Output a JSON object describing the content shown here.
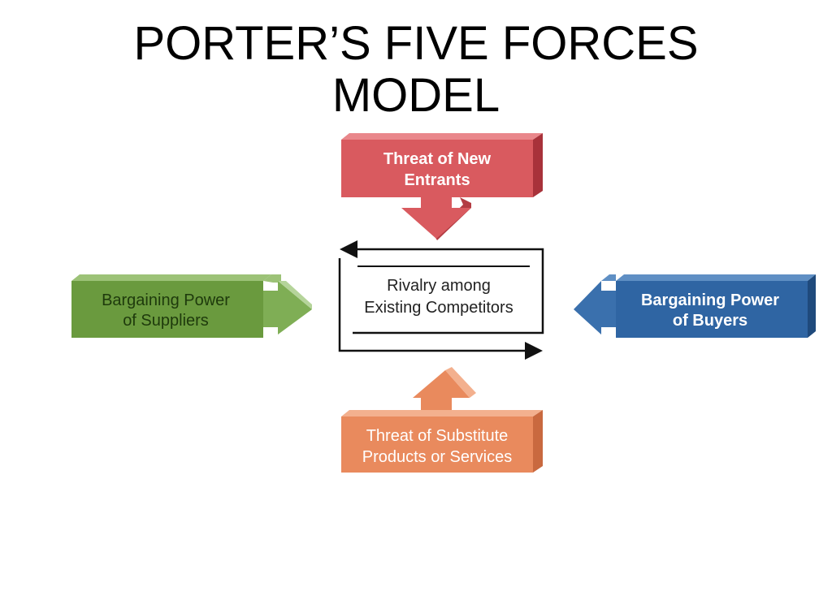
{
  "title": {
    "line1": "PORTER’S FIVE FORCES",
    "line2": "MODEL"
  },
  "forces": {
    "new_entrants": {
      "line1": "Threat of New",
      "line2": "Entrants",
      "color": "#d95a5f"
    },
    "suppliers": {
      "line1": "Bargaining Power",
      "line2": "of Suppliers",
      "color": "#6a9a3e"
    },
    "rivalry": {
      "line1": "Rivalry among",
      "line2": "Existing Competitors"
    },
    "buyers": {
      "line1": "Bargaining Power",
      "line2": "of Buyers",
      "color": "#2f65a3"
    },
    "substitutes": {
      "line1": "Threat of Substitute",
      "line2": "Products or Services",
      "color": "#e98a5d"
    }
  }
}
